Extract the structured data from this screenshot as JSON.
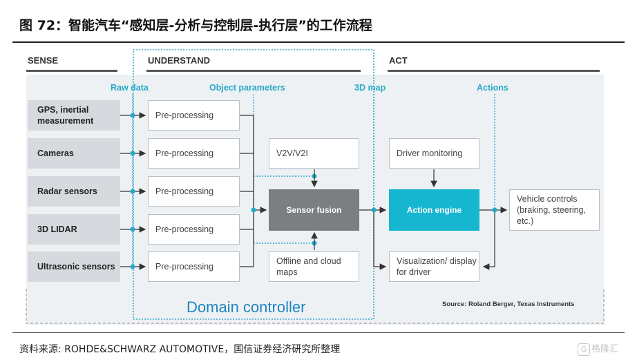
{
  "header": {
    "title": "图 72：智能汽车“感知层-分析与控制层-执行层”的工作流程"
  },
  "diagram": {
    "sections": {
      "sense": "SENSE",
      "understand": "UNDERSTAND",
      "act": "ACT"
    },
    "flow_labels": {
      "raw_data": "Raw data",
      "object_parameters": "Object parameters",
      "map_3d": "3D map",
      "actions": "Actions"
    },
    "sensors": [
      "GPS, inertial measurement",
      "Cameras",
      "Radar sensors",
      "3D LIDAR",
      "Ultrasonic sensors"
    ],
    "preprocessing": [
      "Pre-processing",
      "Pre-processing",
      "Pre-processing",
      "Pre-processing",
      "Pre-processing"
    ],
    "v2v": "V2V/V2I",
    "sensor_fusion": "Sensor fusion",
    "offline_maps": "Offline and cloud maps",
    "driver_monitoring": "Driver monitoring",
    "action_engine": "Action engine",
    "visualization": "Visualization/ display for driver",
    "vehicle_controls": "Vehicle controls (braking, steering, etc.)",
    "domain_controller": "Domain controller",
    "source": "Source: Roland Berger, Texas Instruments"
  },
  "footer": {
    "source": "资料来源: ROHDE&SCHWARZ AUTOMOTIVE，国信证券经济研究所整理",
    "watermark_badge": "G",
    "watermark_text": "格隆汇"
  },
  "colors": {
    "accent_cyan": "#17b6d0",
    "label_cyan": "#26a9c9",
    "fusion_gray": "#7b7f82",
    "domain_blue": "#1f85c0"
  }
}
